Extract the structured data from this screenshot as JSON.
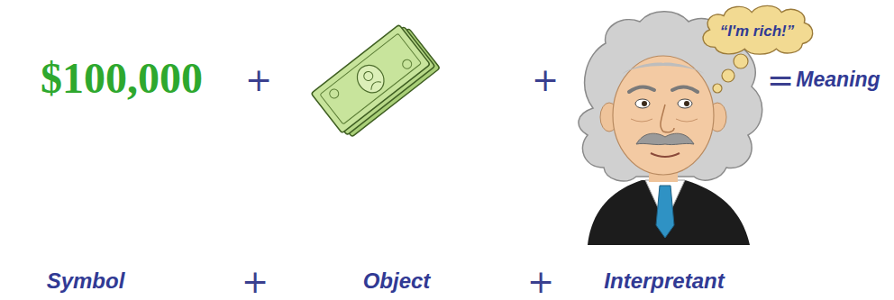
{
  "diagram": {
    "nodes": [
      {
        "text": [
          "“I'm rich!”"
        ]
      }
    ],
    "labels": [
      "$100,000",
      "+",
      "+",
      "=",
      "Meaning",
      "Symbol",
      "+",
      "Object",
      "+",
      "Interpretant"
    ]
  }
}
